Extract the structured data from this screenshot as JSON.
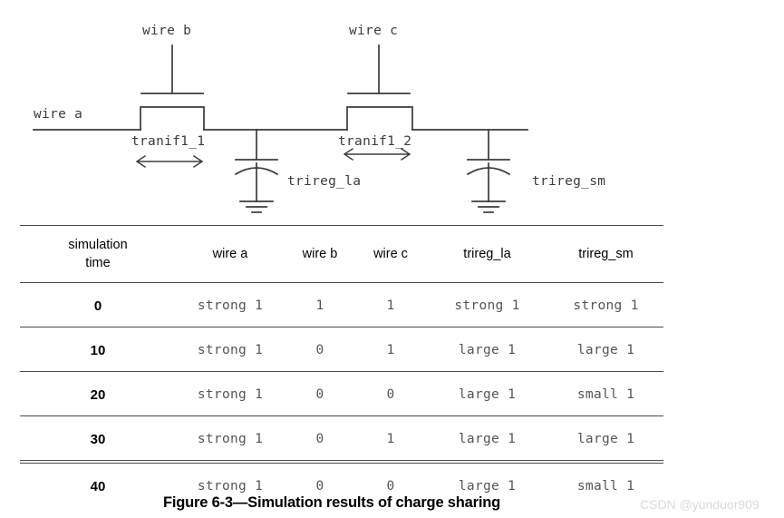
{
  "figure": {
    "caption": "Figure 6-3—Simulation results of charge sharing",
    "watermark": "CSDN @yunduor909"
  },
  "schematic": {
    "labels": {
      "wire_b": "wire b",
      "wire_c": "wire c",
      "wire_a": "wire a",
      "tranif1_1": "tranif1_1",
      "tranif1_2": "tranif1_2",
      "trireg_la": "trireg_la",
      "trireg_sm": "trireg_sm"
    },
    "colors": {
      "line": "#3b3b3b",
      "text": "#3b3b3b"
    },
    "elements": [
      "gate-plate-b",
      "gate-lead-b",
      "transistor-channel-1",
      "gate-plate-c",
      "gate-lead-c",
      "transistor-channel-2",
      "signal-line-wire-a",
      "capacitor-trireg-la",
      "ground-trireg-la",
      "capacitor-trireg-sm",
      "ground-trireg-sm",
      "span-arrow-tranif1-1",
      "span-arrow-tranif1-2"
    ]
  },
  "table": {
    "headers": [
      "simulation\ntime",
      "wire a",
      "wire b",
      "wire c",
      "trireg_la",
      "trireg_sm"
    ],
    "header_lines": {
      "time_1": "simulation",
      "time_2": "time",
      "wire_a": "wire a",
      "wire_b": "wire b",
      "wire_c": "wire c",
      "trireg_la": "trireg_la",
      "trireg_sm": "trireg_sm"
    },
    "rows": [
      {
        "time": "0",
        "wire_a": "strong 1",
        "wire_b": "1",
        "wire_c": "1",
        "trireg_la": "strong 1",
        "trireg_sm": "strong 1"
      },
      {
        "time": "10",
        "wire_a": "strong 1",
        "wire_b": "0",
        "wire_c": "1",
        "trireg_la": "large 1",
        "trireg_sm": "large 1"
      },
      {
        "time": "20",
        "wire_a": "strong 1",
        "wire_b": "0",
        "wire_c": "0",
        "trireg_la": "large 1",
        "trireg_sm": "small 1"
      },
      {
        "time": "30",
        "wire_a": "strong 1",
        "wire_b": "0",
        "wire_c": "1",
        "trireg_la": "large 1",
        "trireg_sm": "large 1"
      },
      {
        "time": "40",
        "wire_a": "strong 1",
        "wire_b": "0",
        "wire_c": "0",
        "trireg_la": "large 1",
        "trireg_sm": "small 1"
      }
    ]
  }
}
